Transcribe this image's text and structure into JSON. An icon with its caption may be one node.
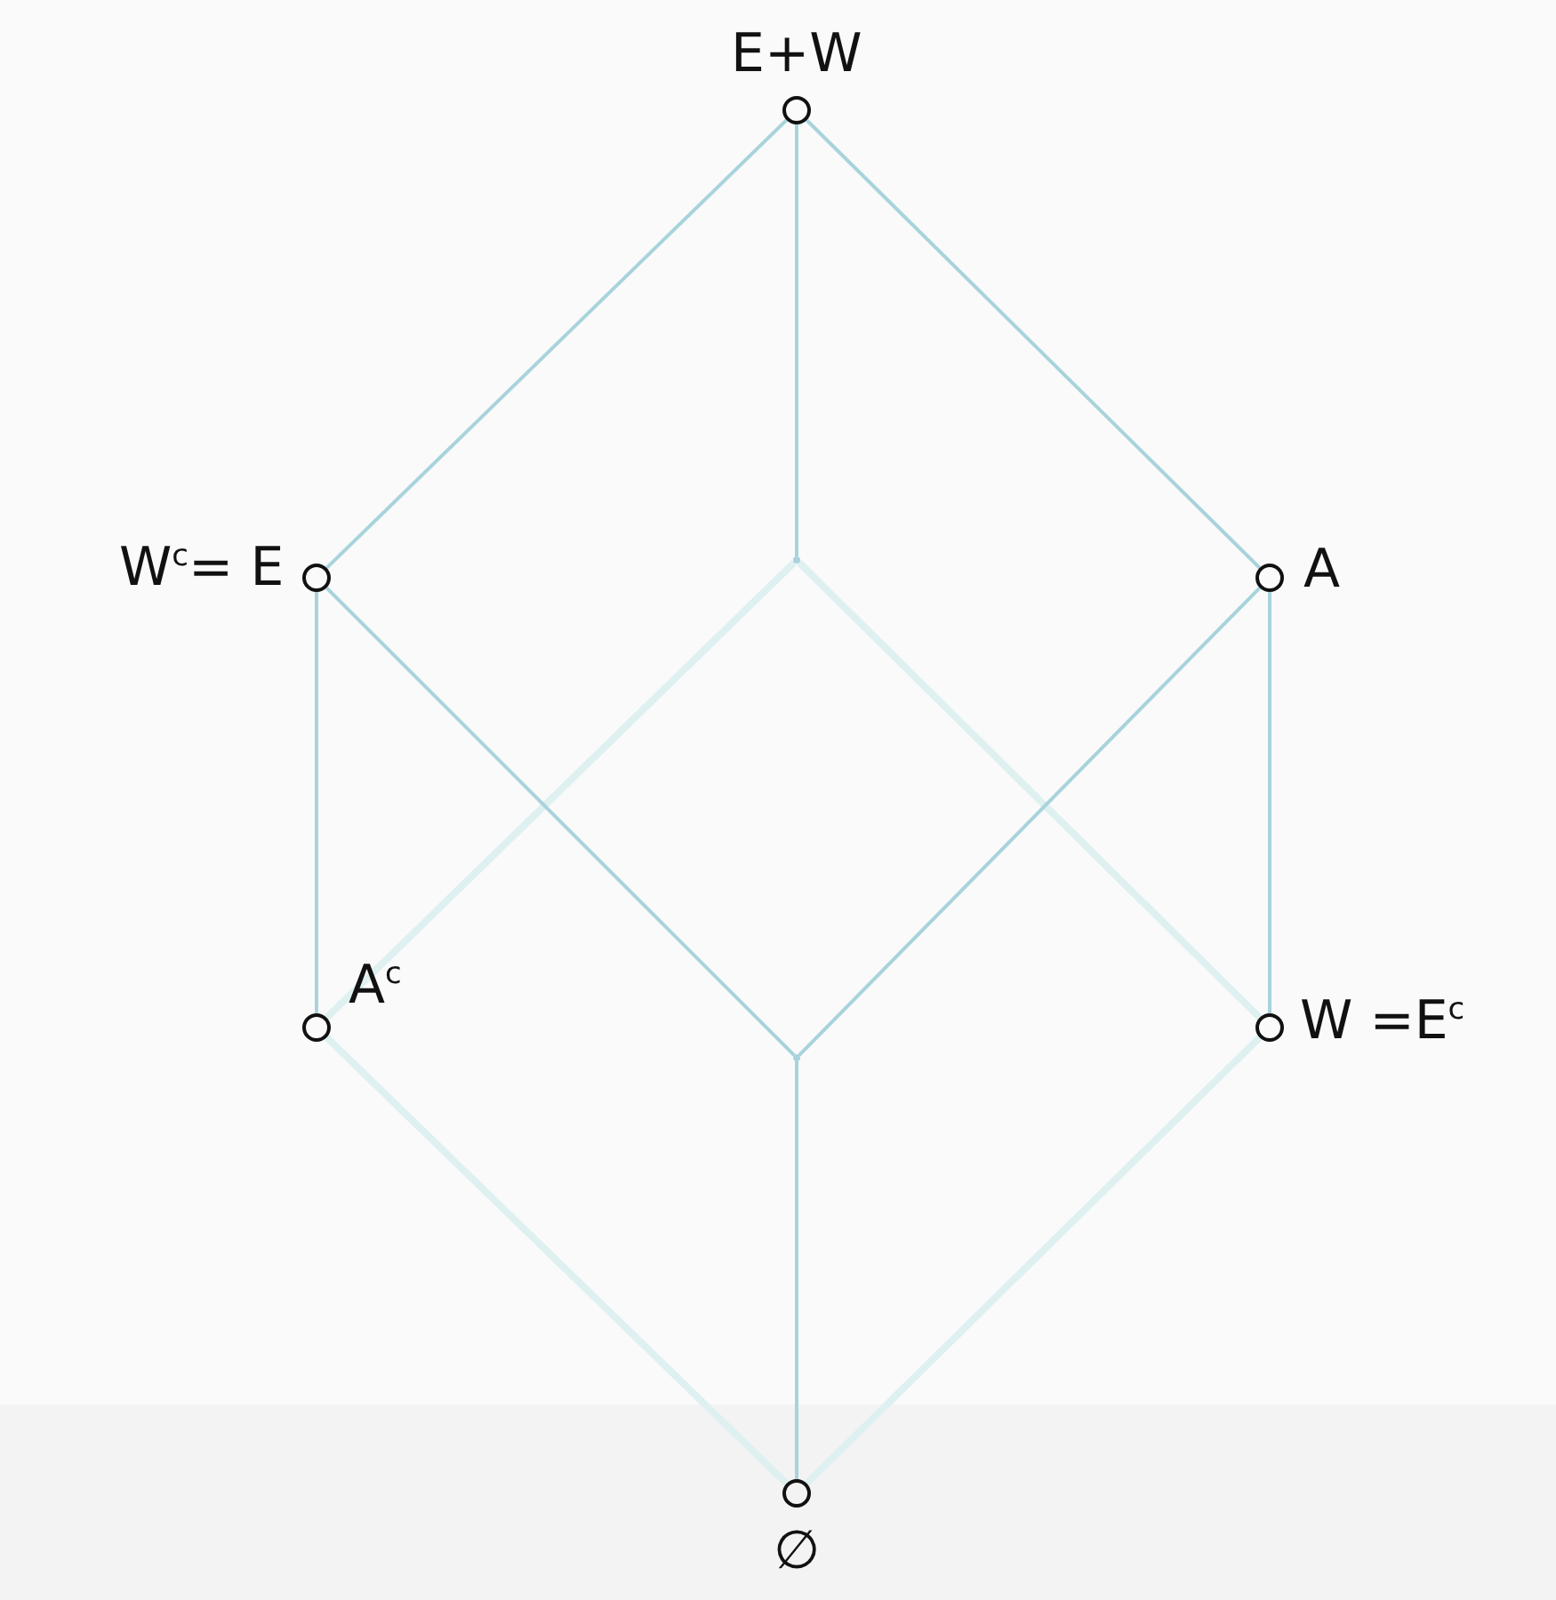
{
  "diagram": {
    "nodes": [
      {
        "text": [],
        "shape": "circle",
        "beside": [
          "E+W"
        ]
      },
      {
        "text": [],
        "shape": "circle",
        "beside": [
          "W$^{c}$= E"
        ]
      },
      {
        "text": [],
        "shape": "circle",
        "beside": [
          "A"
        ]
      },
      {
        "text": [],
        "shape": "point"
      },
      {
        "text": [],
        "shape": "circle",
        "beside": [
          "A$^{c}$"
        ]
      },
      {
        "text": [],
        "shape": "circle",
        "beside": [
          "W =E$^{c}$"
        ]
      },
      {
        "text": [],
        "shape": "point"
      },
      {
        "text": [],
        "shape": "circle",
        "beside": [
          "∅"
        ]
      }
    ],
    "edges": [
      {
        "from": 0,
        "to": 1,
        "arrow": "none"
      },
      {
        "from": 0,
        "to": 2,
        "arrow": "none"
      },
      {
        "from": 0,
        "to": 3,
        "arrow": "none"
      },
      {
        "from": 1,
        "to": 4,
        "arrow": "none"
      },
      {
        "from": 1,
        "to": 6,
        "arrow": "none"
      },
      {
        "from": 2,
        "to": 6,
        "arrow": "none"
      },
      {
        "from": 2,
        "to": 5,
        "arrow": "none"
      },
      {
        "from": 3,
        "to": 4,
        "arrow": "none",
        "style": "thick",
        "color": "#dff0f1"
      },
      {
        "from": 3,
        "to": 5,
        "arrow": "none",
        "style": "thick",
        "color": "#dff0f1"
      },
      {
        "from": 4,
        "to": 7,
        "arrow": "none",
        "style": "thick",
        "color": "#dff0f1"
      },
      {
        "from": 5,
        "to": 7,
        "arrow": "none",
        "style": "thick",
        "color": "#dff0f1"
      },
      {
        "from": 6,
        "to": 7,
        "arrow": "none"
      }
    ]
  }
}
